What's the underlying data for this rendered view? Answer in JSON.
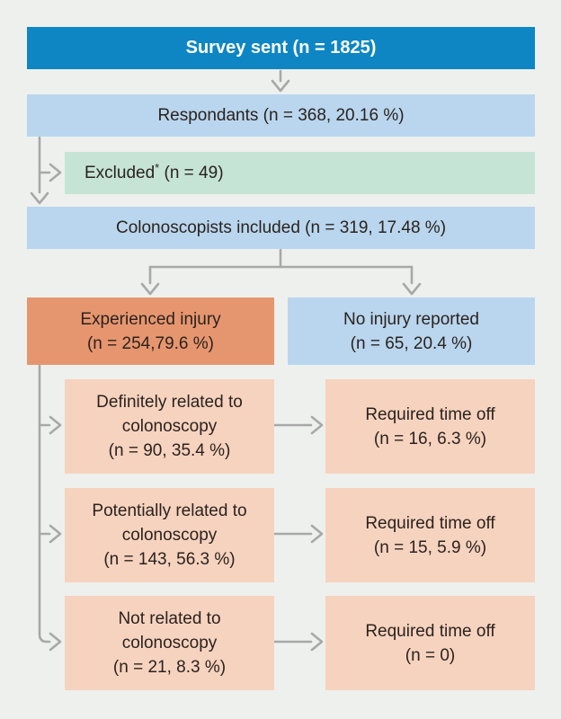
{
  "figure": {
    "type": "flowchart",
    "description": "Survey flow diagram of colonoscopy-related injuries among colonoscopists"
  },
  "colors": {
    "accent_blue": "#0d86c3",
    "light_blue": "#b9d6ee",
    "green": "#c5e4d5",
    "orange": "#e6966f",
    "peach": "#f6d3bf",
    "arrow_gray": "#a8a8a8",
    "background": "#eef0ee",
    "text_dark": "#2b221e",
    "text_on_accent": "#ffffff"
  },
  "nodes": {
    "survey": {
      "label": "Survey sent (n = 1825)"
    },
    "respondants": {
      "label": "Respondants (n = 368, 20.16 %)"
    },
    "excluded": {
      "prefix": "Excluded",
      "asterisk": "*",
      "suffix": " (n = 49)"
    },
    "included": {
      "label": "Colonoscopists included (n = 319, 17.48 %)"
    },
    "injury": {
      "line1": "Experienced injury",
      "line2": "(n = 254,79.6 %)"
    },
    "no_injury": {
      "line1": "No injury reported",
      "line2": "(n = 65, 20.4 %)"
    },
    "rows": [
      {
        "cause": {
          "line1": "Definitely related to",
          "line2": "colonoscopy",
          "line3": "(n = 90, 35.4 %)"
        },
        "outcome": {
          "line1": "Required time off",
          "line2": "(n = 16, 6.3 %)"
        }
      },
      {
        "cause": {
          "line1": "Potentially related to",
          "line2": "colonoscopy",
          "line3": "(n = 143, 56.3 %)"
        },
        "outcome": {
          "line1": "Required time off",
          "line2": "(n = 15, 5.9 %)"
        }
      },
      {
        "cause": {
          "line1": "Not related to",
          "line2": "colonoscopy",
          "line3": "(n = 21, 8.3 %)"
        },
        "outcome": {
          "line1": "Required time off",
          "line2": "(n = 0)"
        }
      }
    ]
  }
}
